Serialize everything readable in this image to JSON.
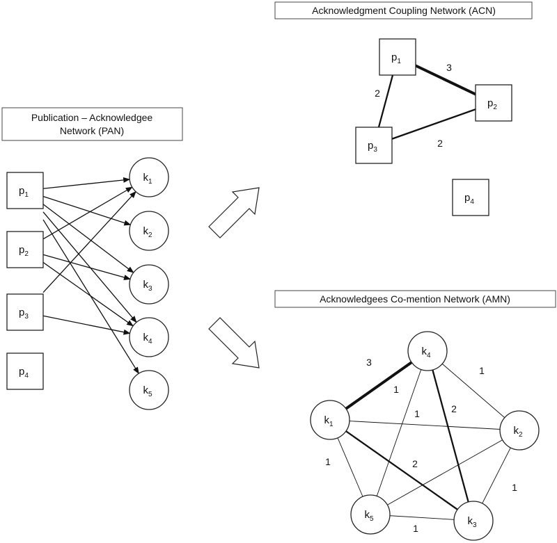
{
  "pan": {
    "title_line1": "Publication – Acknowledgee",
    "title_line2": "Network (PAN)",
    "publications": [
      {
        "id": "p1",
        "base": "p",
        "sub": "1"
      },
      {
        "id": "p2",
        "base": "p",
        "sub": "2"
      },
      {
        "id": "p3",
        "base": "p",
        "sub": "3"
      },
      {
        "id": "p4",
        "base": "p",
        "sub": "4"
      }
    ],
    "acknowledgees": [
      {
        "id": "k1",
        "base": "k",
        "sub": "1"
      },
      {
        "id": "k2",
        "base": "k",
        "sub": "2"
      },
      {
        "id": "k3",
        "base": "k",
        "sub": "3"
      },
      {
        "id": "k4",
        "base": "k",
        "sub": "4"
      },
      {
        "id": "k5",
        "base": "k",
        "sub": "5"
      }
    ],
    "edges": [
      [
        "p1",
        "k1"
      ],
      [
        "p1",
        "k2"
      ],
      [
        "p1",
        "k3"
      ],
      [
        "p1",
        "k4"
      ],
      [
        "p1",
        "k5"
      ],
      [
        "p2",
        "k1"
      ],
      [
        "p2",
        "k3"
      ],
      [
        "p2",
        "k4"
      ],
      [
        "p3",
        "k1"
      ],
      [
        "p3",
        "k4"
      ]
    ]
  },
  "acn": {
    "title": "Acknowledgment Coupling Network (ACN)",
    "nodes": [
      {
        "id": "p1",
        "base": "p",
        "sub": "1"
      },
      {
        "id": "p2",
        "base": "p",
        "sub": "2"
      },
      {
        "id": "p3",
        "base": "p",
        "sub": "3"
      },
      {
        "id": "p4",
        "base": "p",
        "sub": "4"
      }
    ],
    "edges": [
      {
        "from": "p1",
        "to": "p2",
        "weight": "3"
      },
      {
        "from": "p1",
        "to": "p3",
        "weight": "2"
      },
      {
        "from": "p3",
        "to": "p2",
        "weight": "2"
      }
    ]
  },
  "amn": {
    "title": "Acknowledgees Co-mention Network (AMN)",
    "nodes": [
      {
        "id": "k1",
        "base": "k",
        "sub": "1"
      },
      {
        "id": "k2",
        "base": "k",
        "sub": "2"
      },
      {
        "id": "k3",
        "base": "k",
        "sub": "3"
      },
      {
        "id": "k4",
        "base": "k",
        "sub": "4"
      },
      {
        "id": "k5",
        "base": "k",
        "sub": "5"
      }
    ],
    "edges": [
      {
        "from": "k1",
        "to": "k4",
        "weight": "3"
      },
      {
        "from": "k4",
        "to": "k2",
        "weight": "1"
      },
      {
        "from": "k4",
        "to": "k5",
        "weight": "1"
      },
      {
        "from": "k4",
        "to": "k3",
        "weight": "2"
      },
      {
        "from": "k1",
        "to": "k2",
        "weight": "1"
      },
      {
        "from": "k1",
        "to": "k3",
        "weight": "2"
      },
      {
        "from": "k1",
        "to": "k5",
        "weight": "1"
      },
      {
        "from": "k2",
        "to": "k3",
        "weight": "1"
      },
      {
        "from": "k5",
        "to": "k3",
        "weight": "1"
      },
      {
        "from": "k5",
        "to": "k2",
        "weight": ""
      }
    ]
  }
}
